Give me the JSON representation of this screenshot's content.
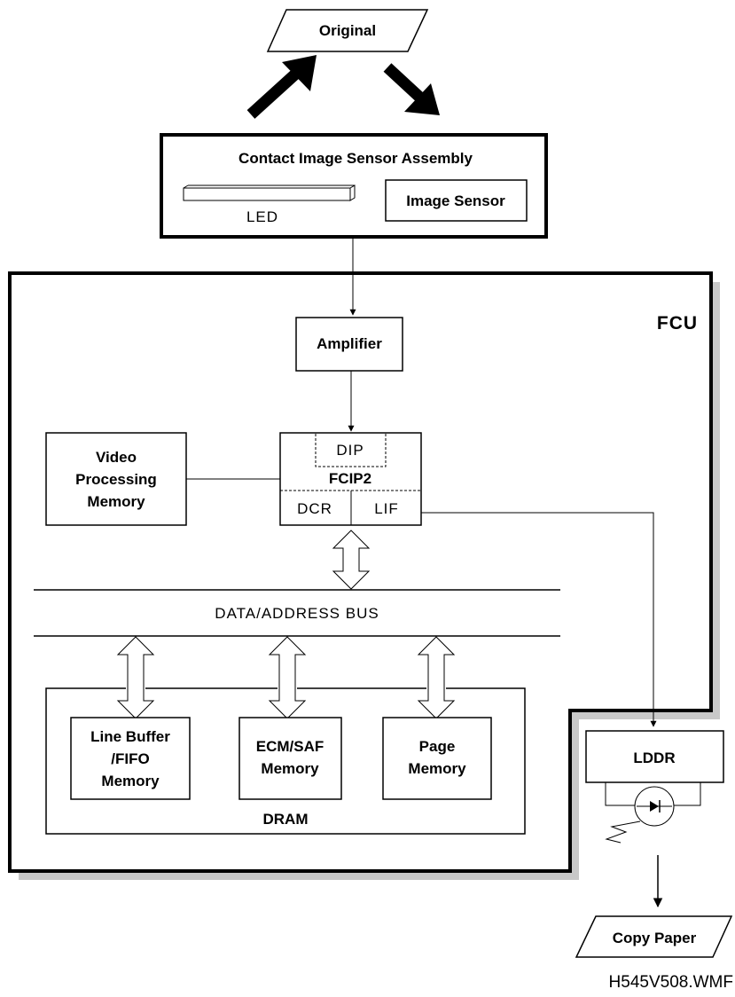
{
  "original": "Original",
  "cis": {
    "title": "Contact Image Sensor Assembly",
    "led": "LED",
    "image_sensor": "Image Sensor"
  },
  "fcu": {
    "label": "FCU",
    "amplifier": "Amplifier",
    "video_memory": [
      "Video",
      "Processing",
      "Memory"
    ],
    "fcip2": {
      "name": "FCIP2",
      "dip": "DIP",
      "dcr": "DCR",
      "lif": "LIF"
    },
    "bus": "DATA/ADDRESS BUS",
    "dram": {
      "label": "DRAM",
      "line_buffer": [
        "Line Buffer",
        "/FIFO",
        "Memory"
      ],
      "ecm_saf": [
        "ECM/SAF",
        "Memory"
      ],
      "page_memory": [
        "Page",
        "Memory"
      ]
    }
  },
  "lddr": "LDDR",
  "copy_paper": "Copy Paper",
  "figure_ref": "H545V508.WMF"
}
